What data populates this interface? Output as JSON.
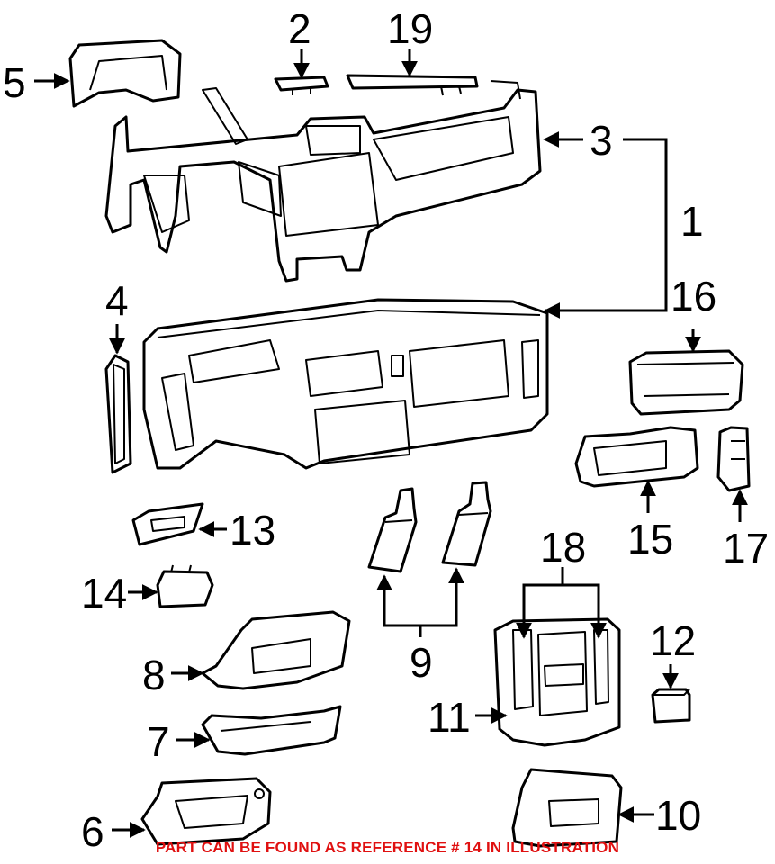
{
  "callouts": {
    "c1": "1",
    "c2": "2",
    "c3": "3",
    "c4": "4",
    "c5": "5",
    "c6": "6",
    "c7": "7",
    "c8": "8",
    "c9": "9",
    "c10": "10",
    "c11": "11",
    "c12": "12",
    "c13": "13",
    "c14": "14",
    "c15": "15",
    "c16": "16",
    "c17": "17",
    "c18": "18",
    "c19": "19"
  },
  "footer_note": "PART CAN BE FOUND AS REFERENCE # 14 IN ILLUSTRATION",
  "colors": {
    "line": "#000000",
    "note": "#e01010",
    "background": "#ffffff"
  }
}
